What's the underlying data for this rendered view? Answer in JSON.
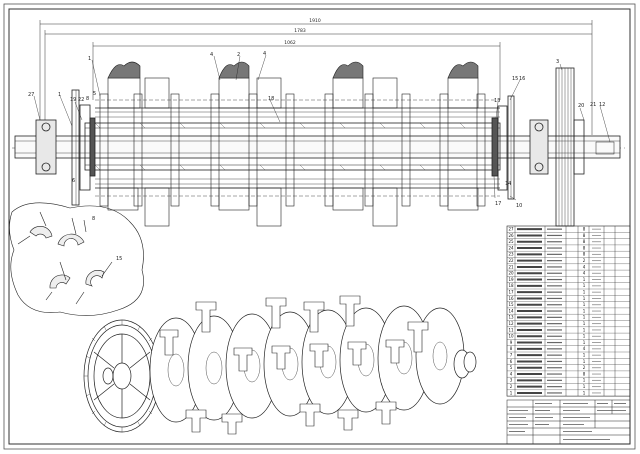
{
  "dimensions": {
    "overall": "1910",
    "upper": "1783",
    "inner": "1062"
  },
  "balloons_top": [
    "1",
    "4",
    "2",
    "4",
    "5"
  ],
  "balloons_left": [
    "27",
    "1",
    "19",
    "22",
    "8",
    "6"
  ],
  "balloons_right": [
    "13",
    "15",
    "16",
    "3",
    "20",
    "21",
    "12"
  ],
  "balloons_bottom": [
    "17",
    "14",
    "10"
  ],
  "balloon_middle": "18",
  "detail_labels": [
    "8",
    "15"
  ],
  "bom_rows": [
    {
      "item": "27",
      "qty": "8"
    },
    {
      "item": "26",
      "qty": "8"
    },
    {
      "item": "25",
      "qty": "8"
    },
    {
      "item": "24",
      "qty": "8"
    },
    {
      "item": "23",
      "qty": "8"
    },
    {
      "item": "22",
      "qty": "2"
    },
    {
      "item": "21",
      "qty": "4"
    },
    {
      "item": "20",
      "qty": "4"
    },
    {
      "item": "19",
      "qty": "1"
    },
    {
      "item": "18",
      "qty": "1"
    },
    {
      "item": "17",
      "qty": "1"
    },
    {
      "item": "16",
      "qty": "1"
    },
    {
      "item": "15",
      "qty": "1"
    },
    {
      "item": "14",
      "qty": "1"
    },
    {
      "item": "13",
      "qty": "1"
    },
    {
      "item": "12",
      "qty": "1"
    },
    {
      "item": "11",
      "qty": "1"
    },
    {
      "item": "10",
      "qty": "1"
    },
    {
      "item": "9",
      "qty": "1"
    },
    {
      "item": "8",
      "qty": "4"
    },
    {
      "item": "7",
      "qty": "1"
    },
    {
      "item": "6",
      "qty": "1"
    },
    {
      "item": "5",
      "qty": "2"
    },
    {
      "item": "4",
      "qty": "8"
    },
    {
      "item": "3",
      "qty": "1"
    },
    {
      "item": "2",
      "qty": "1"
    },
    {
      "item": "1",
      "qty": "1"
    }
  ]
}
